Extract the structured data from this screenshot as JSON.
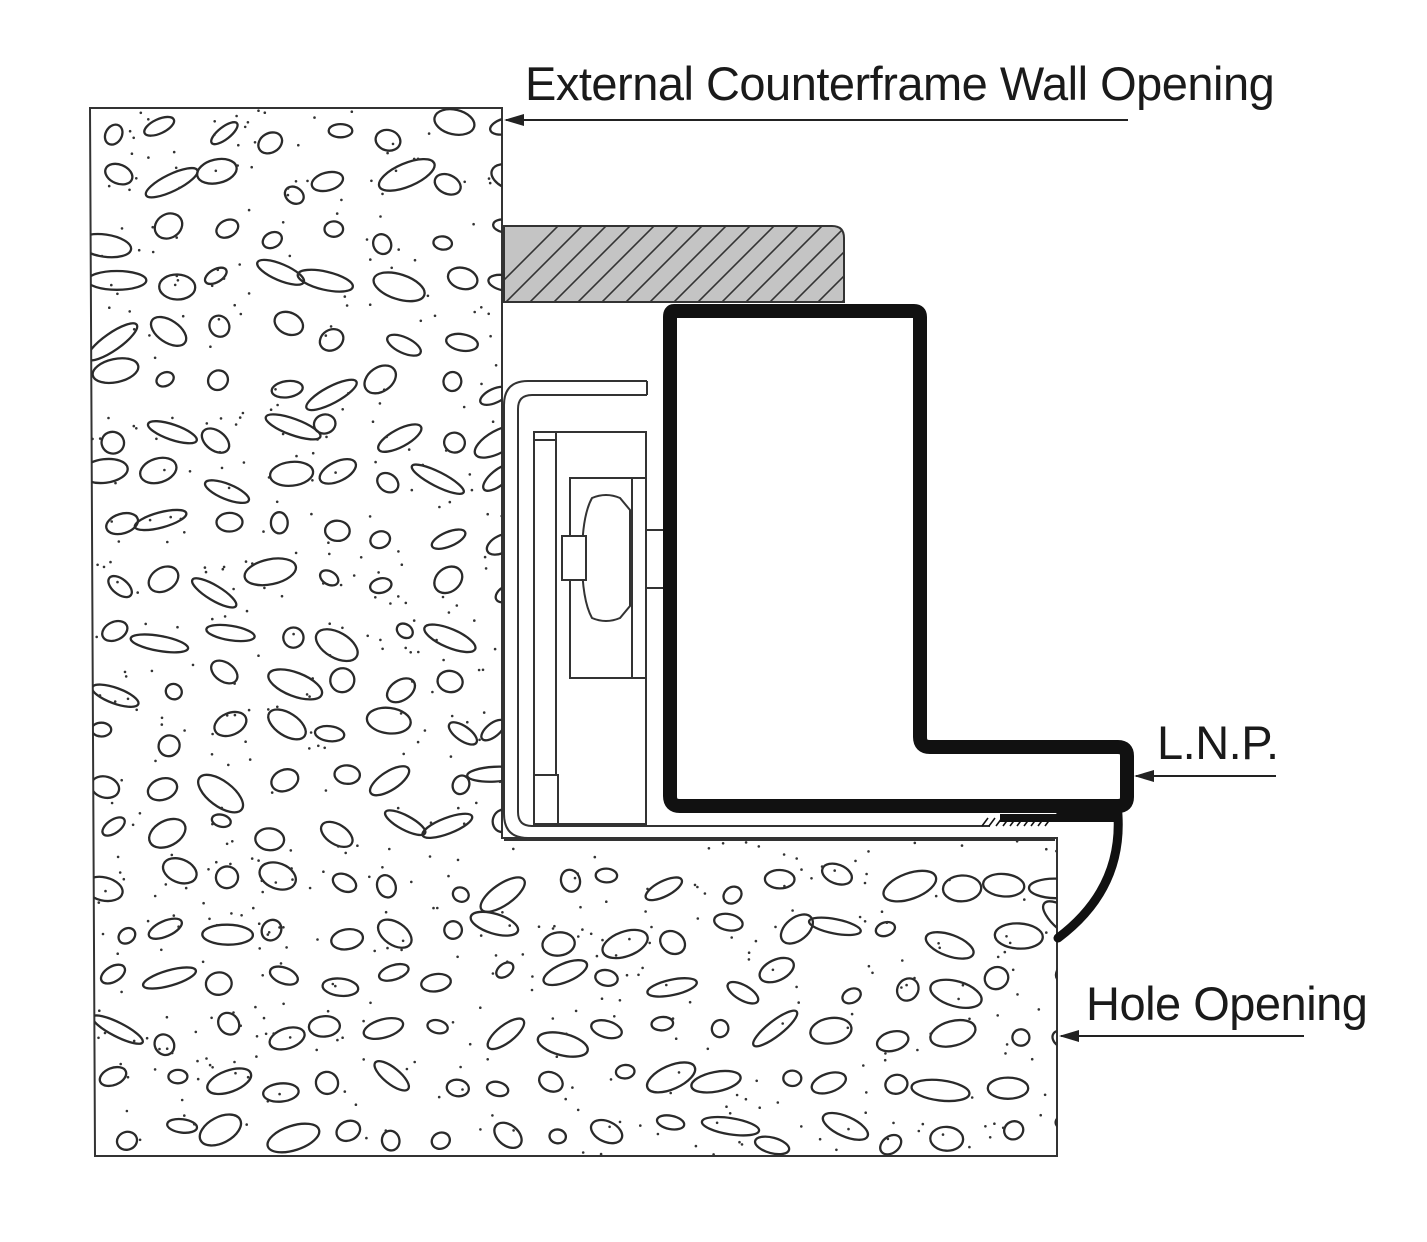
{
  "labels": {
    "counterframe": "External Counterframe Wall Opening",
    "lnp": "L.N.P.",
    "hole": "Hole Opening"
  },
  "colors": {
    "line": "#2a2a2a",
    "profile": "#111111",
    "hatch_fill": "#c4c4c4",
    "background": "#ffffff"
  }
}
